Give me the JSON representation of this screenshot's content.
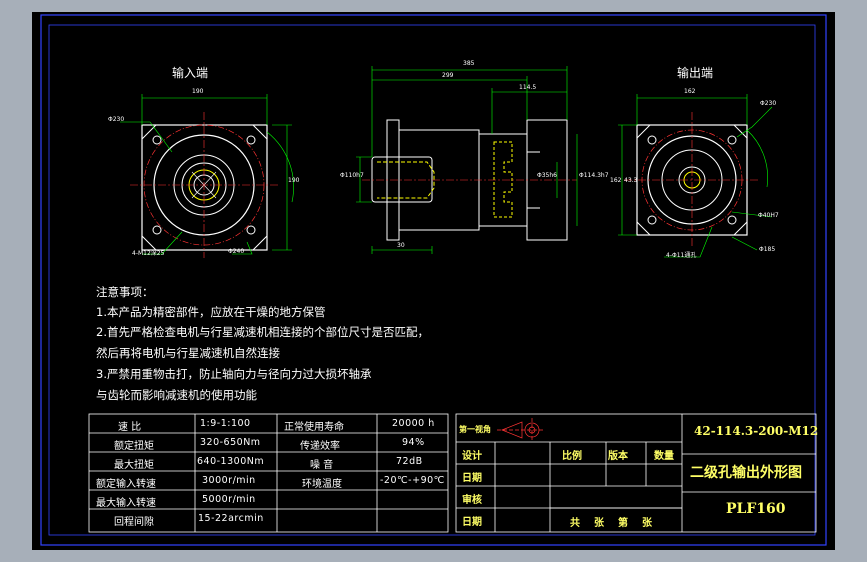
{
  "views": {
    "input_label": "输入端",
    "output_label": "输出端"
  },
  "dims": {
    "top_1": "385",
    "top_2": "299",
    "top_3": "114.5",
    "left_width": "190",
    "right_width": "162",
    "bottom_small": "30",
    "left_dim_1": "Φ230",
    "left_dim_2": "4-M12深25",
    "left_dim_3": "Φ240",
    "left_side": "190",
    "right_dim_1": "Φ230",
    "right_dim_2": "4-Φ11通孔",
    "right_dim_3": "Φ185",
    "right_dim_4": "Φ40H7",
    "right_side": "162",
    "side_dia_1": "Φ110h7",
    "side_dia_2": "Φ35h6",
    "side_dia_3": "Φ114.3h7",
    "right_small": "43.3"
  },
  "notes": {
    "heading": "注意事项：",
    "line1": "1.本产品为精密部件，应放在干燥的地方保管",
    "line2": "2.首先严格检查电机与行星减速机相连接的个部位尺寸是否匹配，",
    "line3": "然后再将电机与行星减速机自然连接",
    "line4": "3.严禁用重物击打，防止轴向力与径向力过大损坏轴承",
    "line5": "与齿轮而影响减速机的使用功能"
  },
  "spec_table": {
    "rows": [
      {
        "label": "速 比",
        "value": "1:9-1:100",
        "label2": "正常使用寿命",
        "value2": "20000 h"
      },
      {
        "label": "额定扭矩",
        "value": "320-650Nm",
        "label2": "传递效率",
        "value2": "94%"
      },
      {
        "label": "最大扭矩",
        "value": "640-1300Nm",
        "label2": "噪 音",
        "value2": "72dB"
      },
      {
        "label": "额定输入转速",
        "value": "3000r/min",
        "label2": "环境温度",
        "value2": "-20℃-+90℃"
      },
      {
        "label": "最大输入转速",
        "value": "5000r/min",
        "label2": "",
        "value2": ""
      },
      {
        "label": "回程间隙",
        "value": "15-22arcmin",
        "label2": "",
        "value2": ""
      }
    ]
  },
  "title_block": {
    "projection": "第一视角",
    "design": "设计",
    "date1": "日期",
    "review": "审核",
    "date2": "日期",
    "scale": "比例",
    "version": "版本",
    "quantity": "数量",
    "sheets": "共　张　第　张",
    "model_code": "42-114.3-200-M12",
    "drawing_title": "二级孔输出外形图",
    "product": "PLF160"
  },
  "colors": {
    "frame": "#0000ff",
    "outline": "#ffffff",
    "dim": "#00ff00",
    "center": "#ff3333",
    "hidden": "#ffff00",
    "accent_text": "#ffff66"
  }
}
